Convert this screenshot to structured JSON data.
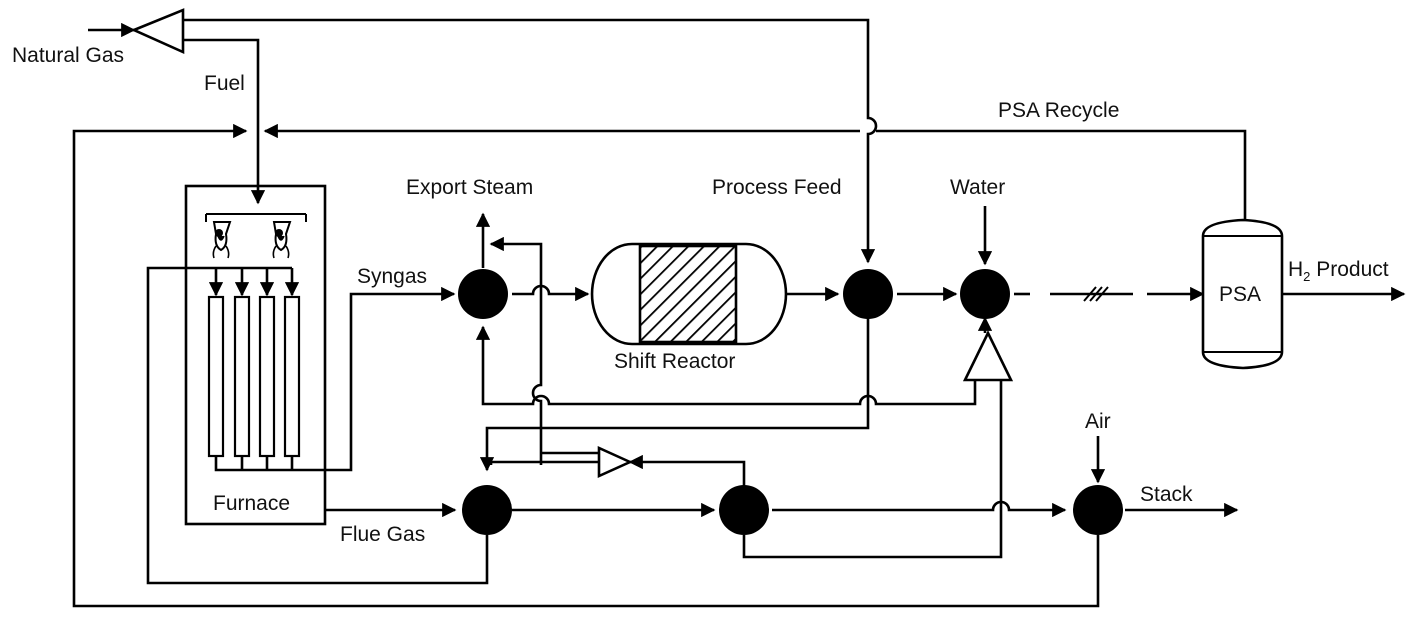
{
  "diagram": {
    "labels": {
      "natural_gas": "Natural Gas",
      "fuel": "Fuel",
      "psa_recycle": "PSA Recycle",
      "export_steam": "Export Steam",
      "process_feed": "Process Feed",
      "water": "Water",
      "syngas": "Syngas",
      "shift_reactor": "Shift Reactor",
      "psa": "PSA",
      "h2_product_prefix": "H",
      "h2_product_sub": "2",
      "h2_product_suffix": " Product",
      "furnace": "Furnace",
      "flue_gas": "Flue Gas",
      "air": "Air",
      "stack": "Stack"
    }
  }
}
